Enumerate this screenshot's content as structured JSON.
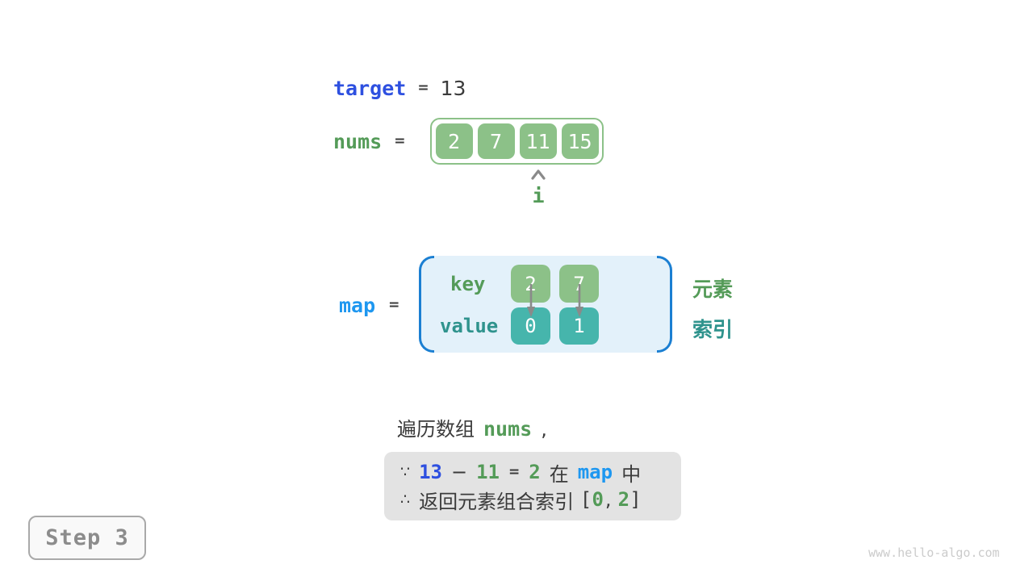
{
  "colors": {
    "royal_blue": "#2E50E0",
    "azure_blue": "#1E97F0",
    "green_text": "#549B58",
    "green_fill": "#8CC188",
    "teal_fill": "#46B5AC",
    "teal_text": "#2F938D",
    "dark_text": "#3B3B3B",
    "bracket_blue": "#1B7FD2",
    "map_background": "#E3F1FA",
    "conclusion_background": "#E3E3E3",
    "step_gray": "#8C8C8C",
    "watermark_gray": "#CBCBCB",
    "arrow_gray": "#8A8A8A"
  },
  "icons": {
    "index_pointer": "chevron-up",
    "key_to_value": "arrow-down"
  },
  "target_row": {
    "keyword": "target",
    "equals": "=",
    "value": "13"
  },
  "nums_row": {
    "keyword": "nums",
    "equals": "=",
    "cells": [
      "2",
      "7",
      "11",
      "15"
    ],
    "pointer_label": "i"
  },
  "map_row": {
    "keyword": "map",
    "equals": "=",
    "key_label": "key",
    "value_label": "value",
    "keys": [
      "2",
      "7"
    ],
    "values": [
      "0",
      "1"
    ],
    "element_label": "元素",
    "index_label": "索引"
  },
  "sentence": {
    "prefix": "遍历数组",
    "code": "nums",
    "comma": ","
  },
  "conclusion": {
    "because": "∵",
    "minuend": "13",
    "minus": "−",
    "subtrahend": "11",
    "equals": "=",
    "difference": "2",
    "in_word": "在",
    "map_word": "map",
    "middle_word": "中",
    "therefore": "∴",
    "return_text": "返回元素组合索引",
    "bracket_open": "[",
    "index_first": "0",
    "comma": ",",
    "index_second": "2",
    "bracket_close": "]"
  },
  "step_badge": {
    "label": "Step 3"
  },
  "watermark": {
    "text": "www.hello-algo.com"
  }
}
